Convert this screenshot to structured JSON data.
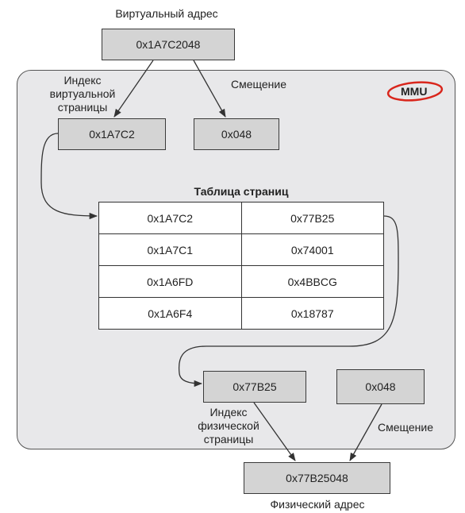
{
  "virtual_address": {
    "label": "Виртуальный адрес",
    "value": "0x1A7C2048"
  },
  "mmu": {
    "badge": "MMU",
    "virtual_page_index": {
      "label_lines": [
        "Индекс",
        "виртуальной",
        "страницы"
      ],
      "value": "0x1A7C2"
    },
    "virtual_offset": {
      "label": "Смещение",
      "value": "0x048"
    },
    "page_table": {
      "title": "Таблица страниц",
      "rows": [
        [
          "0x1A7C2",
          "0x77B25"
        ],
        [
          "0x1A7C1",
          "0x74001"
        ],
        [
          "0x1A6FD",
          "0x4BBCG"
        ],
        [
          "0x1A6F4",
          "0x18787"
        ]
      ]
    },
    "physical_page_index": {
      "label_lines": [
        "Индекс",
        "физической",
        "страницы"
      ],
      "value": "0x77B25"
    },
    "physical_offset": {
      "label": "Смещение",
      "value": "0x048"
    }
  },
  "physical_address": {
    "label": "Физический адрес",
    "value": "0x77B25048"
  },
  "colors": {
    "mmu_bg": "#e8e8ea",
    "box_fill": "#d4d4d4",
    "badge_ring": "#d9261c"
  }
}
